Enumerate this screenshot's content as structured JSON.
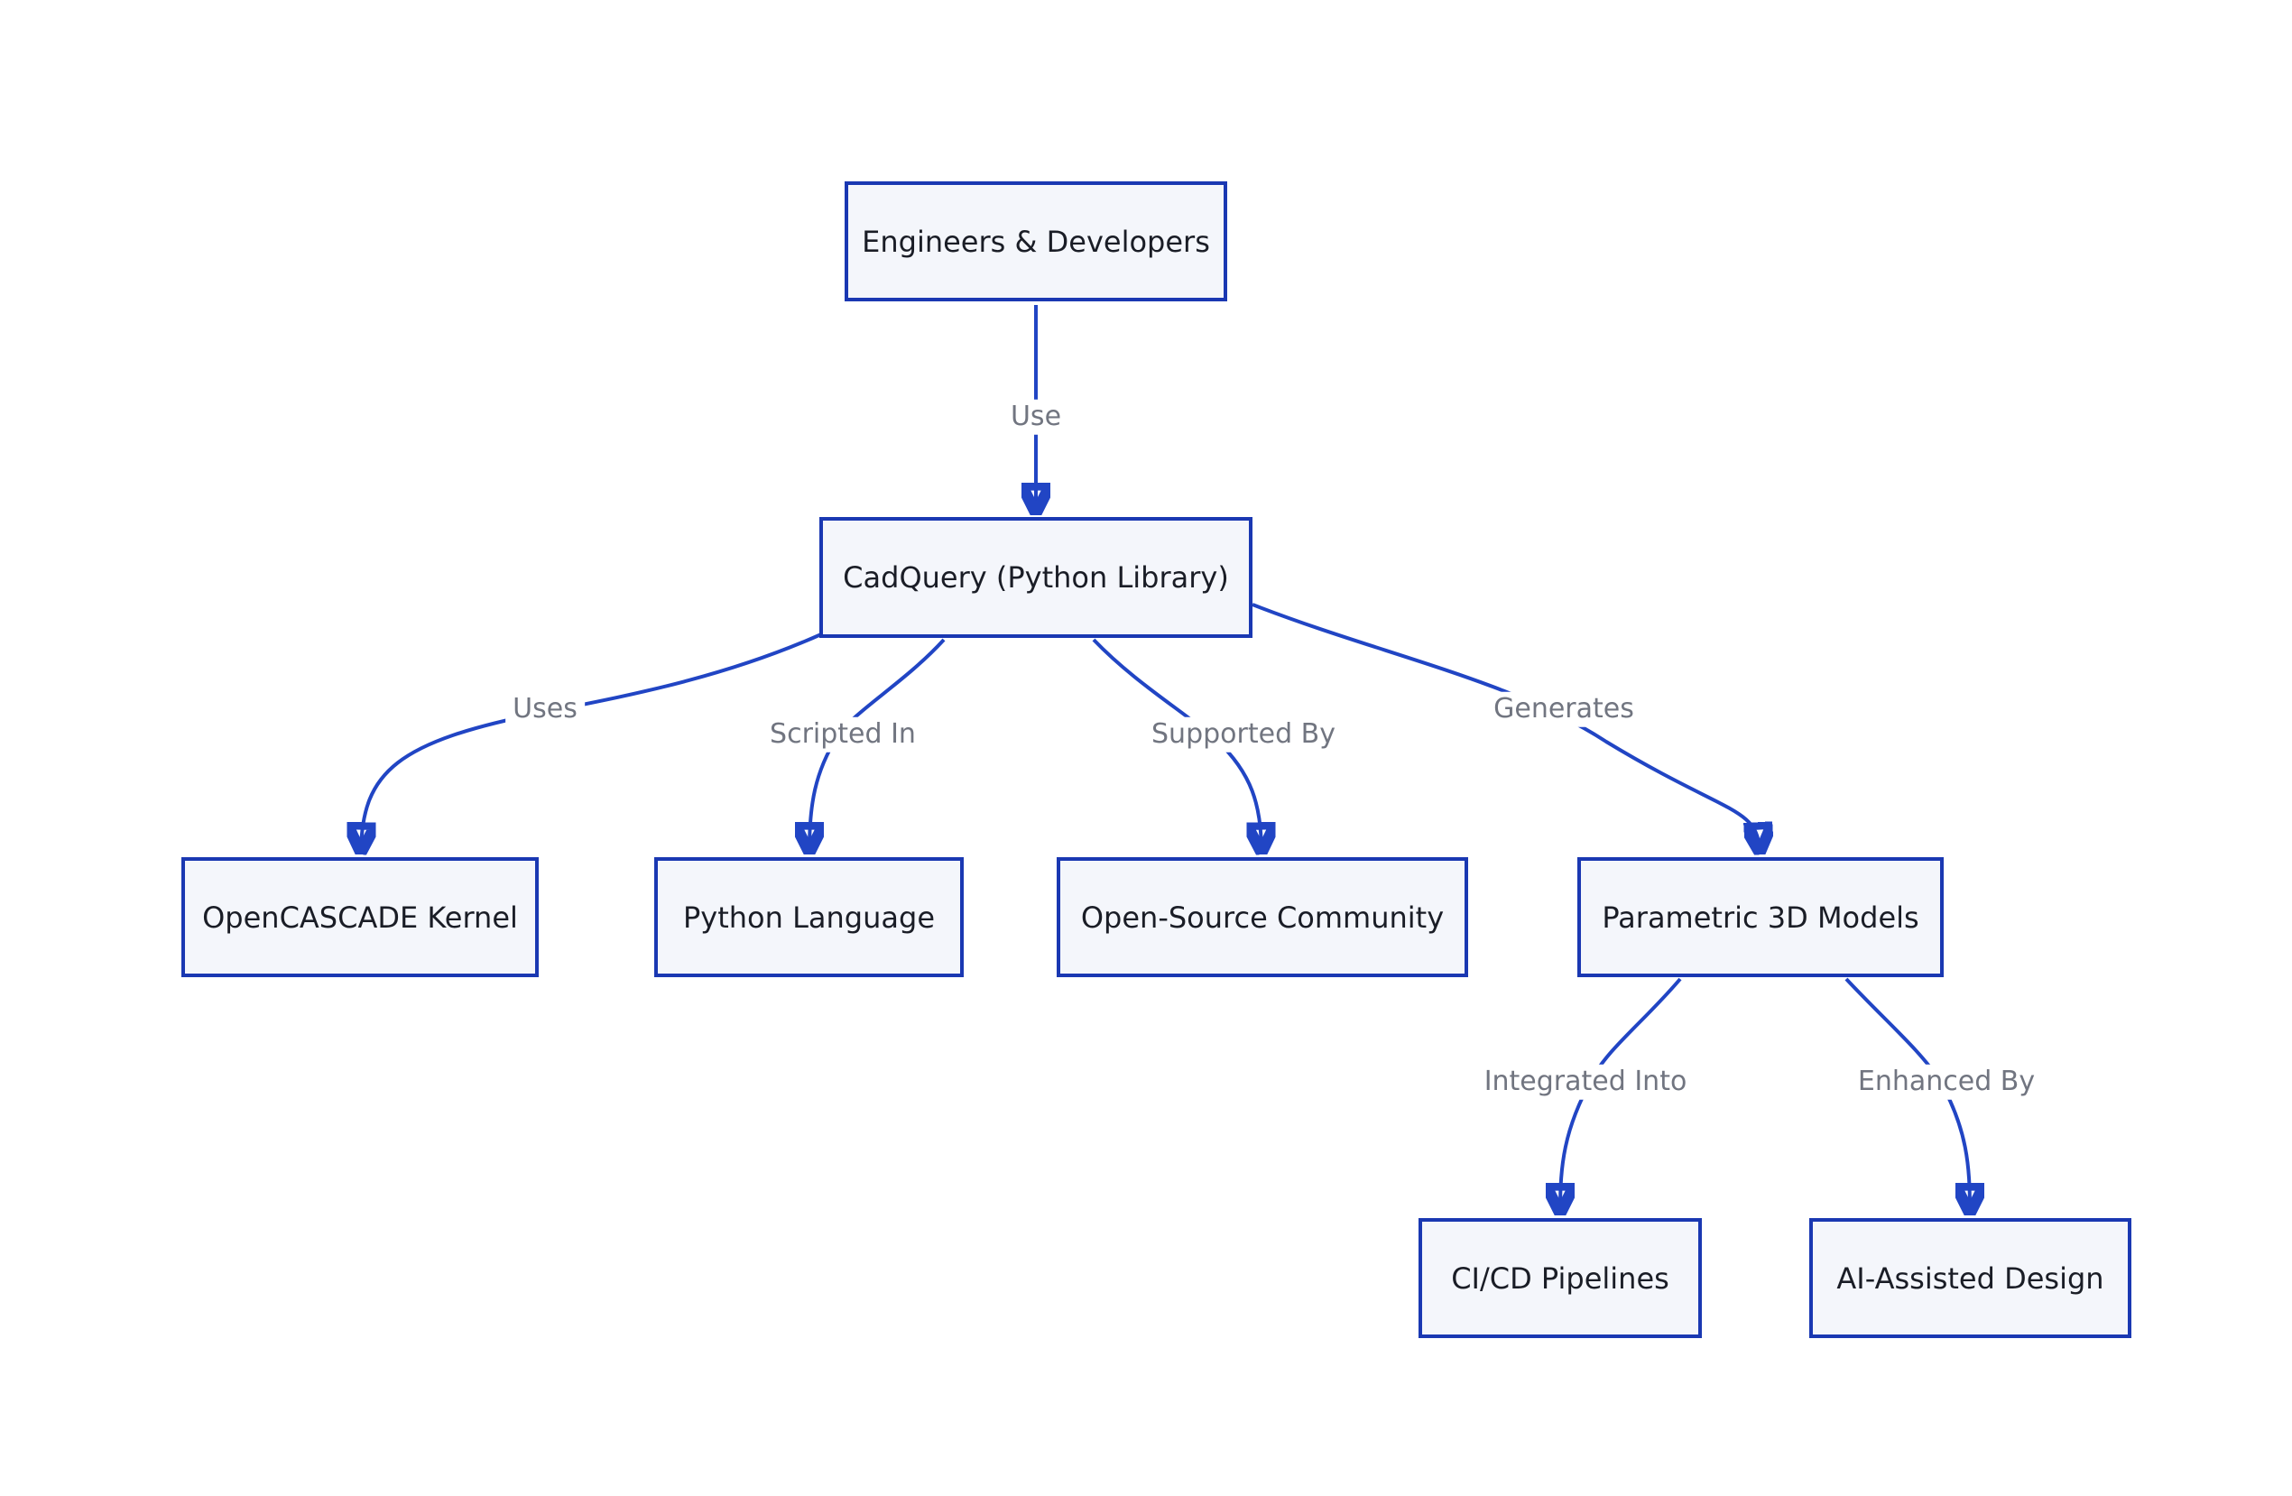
{
  "diagram": {
    "type": "flowchart",
    "background_color": "#ffffff",
    "node_fill_color": "#f4f6fb",
    "node_border_color": "#1a38b2",
    "node_text_color": "#1a1d26",
    "edge_line_color": "#2145c4",
    "edge_label_color": "#717580",
    "nodes": [
      {
        "id": "engineers",
        "label": "Engineers & Developers"
      },
      {
        "id": "cadquery",
        "label": "CadQuery (Python Library)"
      },
      {
        "id": "opencascade",
        "label": "OpenCASCADE Kernel"
      },
      {
        "id": "python",
        "label": "Python Language"
      },
      {
        "id": "community",
        "label": "Open-Source Community"
      },
      {
        "id": "models",
        "label": "Parametric 3D Models"
      },
      {
        "id": "cicd",
        "label": "CI/CD Pipelines"
      },
      {
        "id": "ai",
        "label": "AI-Assisted Design"
      }
    ],
    "edges": [
      {
        "from": "engineers",
        "to": "cadquery",
        "label": "Use"
      },
      {
        "from": "cadquery",
        "to": "opencascade",
        "label": "Uses"
      },
      {
        "from": "cadquery",
        "to": "python",
        "label": "Scripted In"
      },
      {
        "from": "cadquery",
        "to": "community",
        "label": "Supported By"
      },
      {
        "from": "cadquery",
        "to": "models",
        "label": "Generates"
      },
      {
        "from": "models",
        "to": "cicd",
        "label": "Integrated Into"
      },
      {
        "from": "models",
        "to": "ai",
        "label": "Enhanced By"
      }
    ]
  }
}
